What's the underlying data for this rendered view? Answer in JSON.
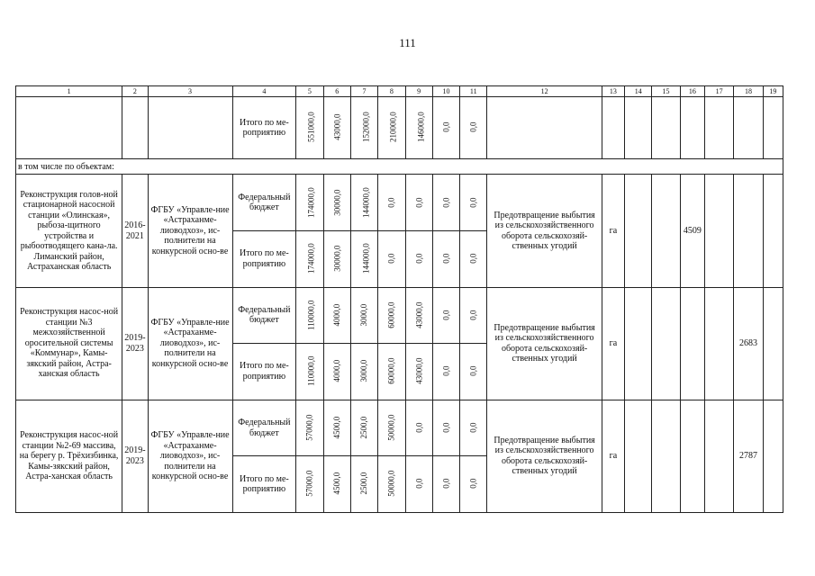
{
  "page_number": "111",
  "header_cols": [
    "1",
    "2",
    "3",
    "4",
    "5",
    "6",
    "7",
    "8",
    "9",
    "10",
    "11",
    "12",
    "13",
    "14",
    "15",
    "16",
    "17",
    "18",
    "19"
  ],
  "total_row": {
    "label": "Итого по ме-роприятию",
    "values": [
      "551000,0",
      "43000,0",
      "152000,0",
      "210000,0",
      "146000,0",
      "0,0",
      "0,0"
    ]
  },
  "subheader": "в том числе по объектам:",
  "objects": [
    {
      "name": "Реконструкция голов-ной стационарной насосной станции «Олинская», рыбоза-щитного устройства и рыбоотводящего кана-ла. Лиманский район, Астраханская область",
      "period": "2016-2021",
      "executor": "ФГБУ «Управле-ние «Астраханме-лиоводхоз», ис-полнители на конкурсной осно-ве",
      "row1": {
        "label": "Федеральный бюджет",
        "values": [
          "174000,0",
          "30000,0",
          "144000,0",
          "0,0",
          "0,0",
          "0,0",
          "0,0"
        ]
      },
      "row2": {
        "label": "Итого по ме-роприятию",
        "values": [
          "174000,0",
          "30000,0",
          "144000,0",
          "0,0",
          "0,0",
          "0,0",
          "0,0"
        ]
      },
      "result": "Предотвращение выбытия из сельскохозяйственного оборота сельскохозяй-ственных угодий",
      "unit": "га",
      "c14": "",
      "c15": "",
      "c16": "4509",
      "c17": "",
      "c18": "",
      "c19": ""
    },
    {
      "name": "Реконструкция насос-ной станции №3 межхозяйственной оросительной системы «Коммунар», Камы-зякский район, Астра-ханская область",
      "period": "2019-2023",
      "executor": "ФГБУ «Управле-ние «Астраханме-лиоводхоз», ис-полнители на конкурсной осно-ве",
      "row1": {
        "label": "Федеральный бюджет",
        "values": [
          "110000,0",
          "4000,0",
          "3000,0",
          "60000,0",
          "43000,0",
          "0,0",
          "0,0"
        ]
      },
      "row2": {
        "label": "Итого по ме-роприятию",
        "values": [
          "110000,0",
          "4000,0",
          "3000,0",
          "60000,0",
          "43000,0",
          "0,0",
          "0,0"
        ]
      },
      "result": "Предотвращение выбытия из сельскохозяйственного оборота сельскохозяй-ственных угодий",
      "unit": "га",
      "c14": "",
      "c15": "",
      "c16": "",
      "c17": "",
      "c18": "2683",
      "c19": ""
    },
    {
      "name": "Реконструкция насос-ной станции №2-69 массива, на берегу р. Трёхизбинка, Камы-зякский район, Астра-ханская область",
      "period": "2019-2023",
      "executor": "ФГБУ «Управле-ние «Астраханме-лиоводхоз», ис-полнители на конкурсной осно-ве",
      "row1": {
        "label": "Федеральный бюджет",
        "values": [
          "57000,0",
          "4500,0",
          "2500,0",
          "50000,0",
          "0,0",
          "0,0",
          "0,0"
        ]
      },
      "row2": {
        "label": "Итого по ме-роприятию",
        "values": [
          "57000,0",
          "4500,0",
          "2500,0",
          "50000,0",
          "0,0",
          "0,0",
          "0,0"
        ]
      },
      "result": "Предотвращение выбытия из сельскохозяйственного оборота сельскохозяй-ственных угодий",
      "unit": "га",
      "c14": "",
      "c15": "",
      "c16": "",
      "c17": "",
      "c18": "2787",
      "c19": ""
    }
  ]
}
